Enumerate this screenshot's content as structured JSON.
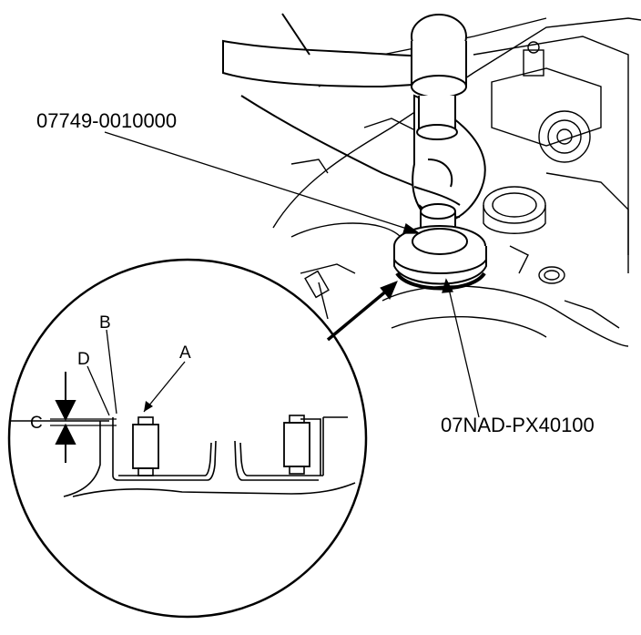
{
  "labels": {
    "tool_top": "07749-0010000",
    "tool_bottom": "07NAD-PX40100",
    "callout_a": "A",
    "callout_b": "B",
    "callout_c": "C",
    "callout_d": "D"
  },
  "colors": {
    "line": "#000000",
    "background": "#ffffff"
  }
}
